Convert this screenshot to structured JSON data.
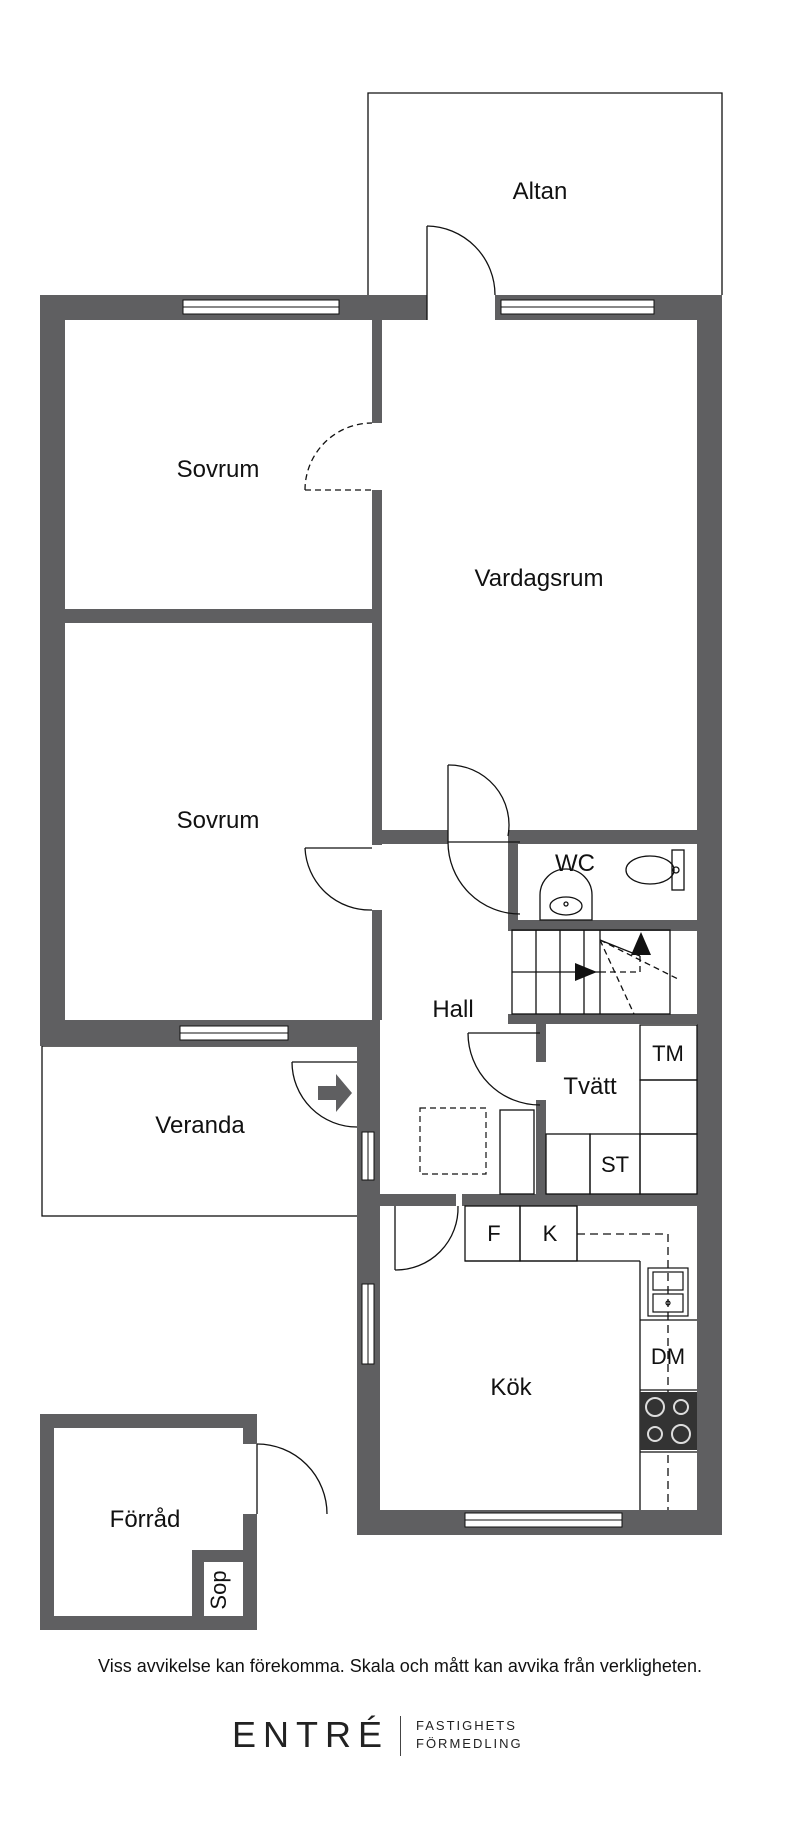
{
  "rooms": {
    "altan": "Altan",
    "sovrum_1": "Sovrum",
    "vardagsrum": "Vardagsrum",
    "sovrum_2": "Sovrum",
    "wc": "WC",
    "hall": "Hall",
    "tvatt": "Tvätt",
    "veranda": "Veranda",
    "kok": "Kök",
    "forrad": "Förråd"
  },
  "fixtures": {
    "tm": "TM",
    "st": "ST",
    "f": "F",
    "k": "K",
    "dm": "DM",
    "sop": "Sop"
  },
  "disclaimer": "Viss avvikelse kan förekomma. Skala och mått kan avvika från verkligheten.",
  "brand": {
    "name": "ENTRÉ",
    "line1": "FASTIGHETS",
    "line2": "FÖRMEDLING"
  },
  "colors": {
    "wall": "#5f5f61",
    "line": "#111111",
    "background": "#ffffff"
  }
}
